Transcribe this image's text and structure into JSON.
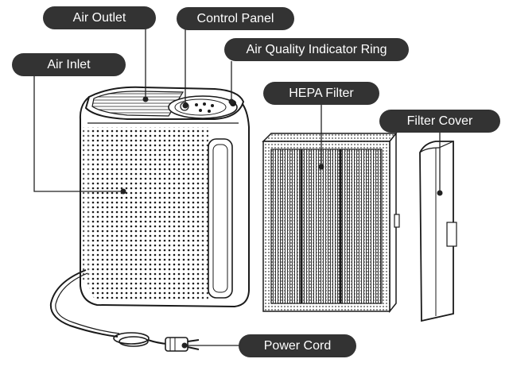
{
  "labels": {
    "air_outlet": "Air Outlet",
    "control_panel": "Control Panel",
    "air_quality_ring": "Air Quality Indicator Ring",
    "air_inlet": "Air Inlet",
    "hepa_filter": "HEPA Filter",
    "filter_cover": "Filter Cover",
    "power_cord": "Power Cord"
  },
  "colors": {
    "pill_background": "#333333",
    "pill_text": "#ffffff",
    "line_art": "#1a1a1a",
    "leader_line": "#222222"
  }
}
